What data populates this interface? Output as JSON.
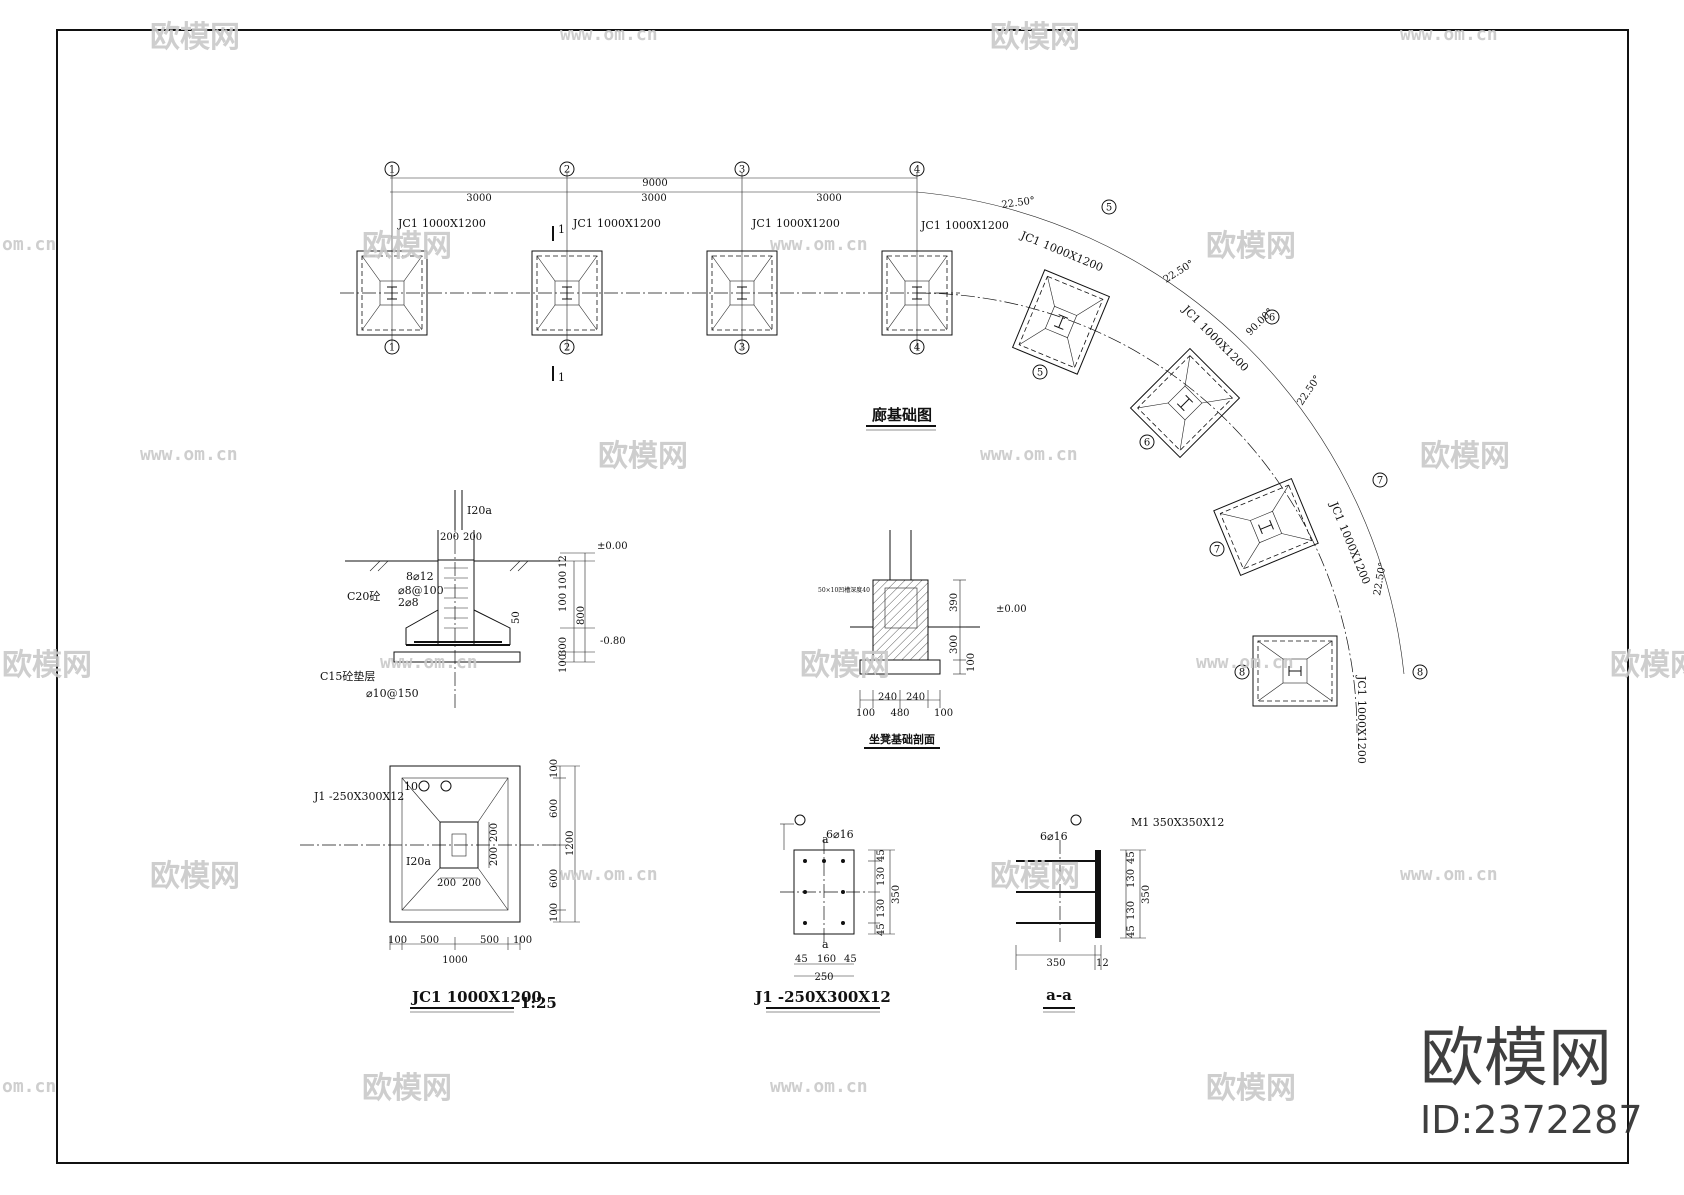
{
  "plan": {
    "title": "廊基础图",
    "total_dim": "9000",
    "span_dims": [
      "3000",
      "3000",
      "3000"
    ],
    "axes": [
      "1",
      "2",
      "3",
      "4"
    ],
    "curve_axes": [
      "5",
      "6",
      "7",
      "8"
    ],
    "footing_label": "JC1",
    "footing_size": "1000X1200",
    "angle": "22.50°",
    "angle_total": "90.00°",
    "section_mark": "1"
  },
  "section": {
    "steel": "I20a",
    "w1": "200",
    "w2": "200",
    "elev0": "±0.00",
    "elev1": "-0.80",
    "rebar1": "8⌀12",
    "rebar2": "⌀8@100",
    "rebar3": "2⌀8",
    "concrete": "C20砼",
    "cushion": "C15砼垫层",
    "rebar4": "⌀10@150",
    "dims_right": [
      "12",
      "100",
      "100",
      "300",
      "100"
    ],
    "dim_total": "800",
    "dim_50": "50"
  },
  "bench": {
    "title": "坐凳基础剖面",
    "note": "50×10凹槽深度40",
    "elev": "±0.00",
    "dims_right": [
      "390",
      "300",
      "100"
    ],
    "dims_bottom": [
      "100",
      "240",
      "240",
      "100"
    ],
    "dim_total": "480"
  },
  "jc1": {
    "title": "JC1  1000X1200",
    "scale": "1:25",
    "plate_label": "J1 -250X300X12",
    "steel": "I20a",
    "num10": "10",
    "inner": [
      "200",
      "200"
    ],
    "inner_v": [
      "200",
      "200"
    ],
    "bottom": [
      "100",
      "500",
      "500",
      "100"
    ],
    "total_w": "1000",
    "right": [
      "100",
      "600",
      "600",
      "100"
    ],
    "total_h": "1200"
  },
  "plate": {
    "title": "J1 -250X300X12",
    "bolt": "6⌀16",
    "cut": "a",
    "dims_right": [
      "45",
      "130",
      "130",
      "45"
    ],
    "dim_total": "350",
    "dims_bottom": [
      "45",
      "160",
      "45"
    ],
    "total_w": "250"
  },
  "aa": {
    "title": "a-a",
    "plate": "M1 350X350X12",
    "bolt": "6⌀16",
    "dims_right": [
      "45",
      "130",
      "130",
      "45"
    ],
    "dim_total": "350",
    "dim_len": "350",
    "dim_t": "12"
  },
  "watermark": {
    "brand": "欧模网",
    "id": "ID:2372287",
    "url": "www.om.cn",
    "url_short": "om.cn"
  }
}
